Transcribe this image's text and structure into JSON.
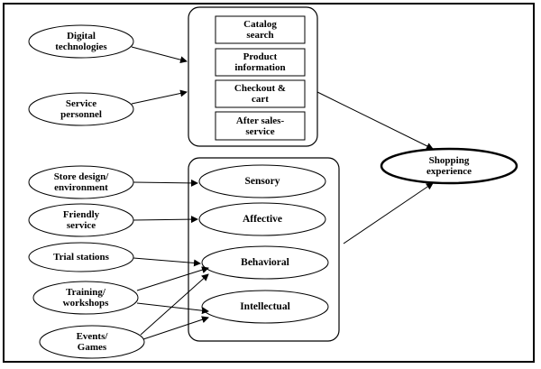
{
  "inputs": {
    "digital_technologies": "Digital\ntechnologies",
    "service_personnel": "Service\npersonnel",
    "store_design": "Store design/\nenvironment",
    "friendly_service": "Friendly\nservice",
    "trial_stations": "Trial stations",
    "training_workshops": "Training/\nworkshops",
    "events_games": "Events/\nGames"
  },
  "service_features": {
    "catalog_search": "Catalog\nsearch",
    "product_information": "Product\ninformation",
    "checkout_cart": "Checkout &\ncart",
    "after_sales_service": "After sales-\nservice"
  },
  "experience_dimensions": {
    "sensory": "Sensory",
    "affective": "Affective",
    "behavioral": "Behavioral",
    "intellectual": "Intellectual"
  },
  "outcome": {
    "shopping_experience": "Shopping\nexperience"
  }
}
